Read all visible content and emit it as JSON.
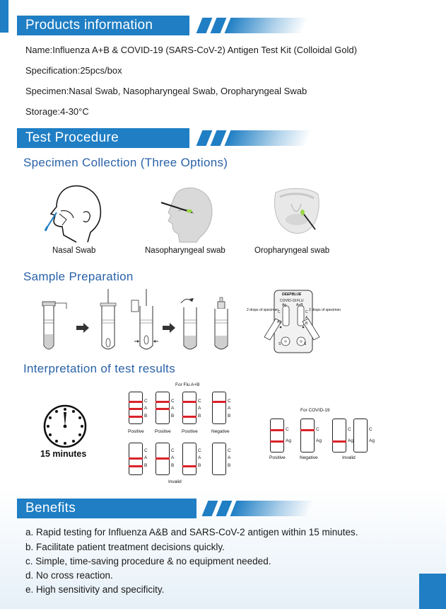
{
  "products": {
    "title": "Products information",
    "name": "Name:Influenza A+B & COVID-19 (SARS-CoV-2) Antigen Test Kit (Colloidal Gold)",
    "specification": "Specification:25pcs/box",
    "specimen": "Specimen:Nasal Swab, Nasopharyngeal Swab, Oropharyngeal Swab",
    "storage": "Storage:4-30°C"
  },
  "procedure": {
    "title": "Test Procedure",
    "collection_title": "Specimen Collection (Three Options)",
    "swabs": [
      "Nasal Swab",
      "Nasopharyngeal swab",
      "Oropharyngeal swab"
    ],
    "preparation_title": "Sample Preparation",
    "device": {
      "brand": "DEEPBLUE",
      "covid_label": "COVID-19",
      "covid_sub": "Ag",
      "flu_label": "FLU",
      "flu_sub": "A+B",
      "drops_left": "2 drops of specimen",
      "drops_right": "2 drops of specimen",
      "marks": [
        "C",
        "Ag",
        "C",
        "A",
        "B",
        "S",
        "S"
      ]
    },
    "interpretation_title": "Interpretation of test results",
    "timer_label": "15 minutes",
    "flu": {
      "heading": "For Flu A+B",
      "line_labels": [
        "C",
        "A",
        "B"
      ],
      "row1_labels": [
        "Positive",
        "Positive",
        "Positive",
        "Negative"
      ],
      "invalid_label": "Invalid"
    },
    "covid": {
      "heading": "For COVID-19",
      "line_labels": [
        "C",
        "Ag"
      ],
      "labels": [
        "Positive",
        "Negative",
        "Invalid"
      ]
    }
  },
  "benefits": {
    "title": "Benefits",
    "items": [
      "a. Rapid testing for Influenza A&B and SARS-CoV-2 antigen within 15 minutes.",
      "b. Facilitate patient treatment decisions quickly.",
      "c. Simple, time-saving procedure & no equipment needed.",
      "d. No cross reaction.",
      "e. High sensitivity and specificity."
    ]
  },
  "colors": {
    "brand_blue": "#1f7ec4",
    "result_red": "#d9232a",
    "swab_green": "#9bd84a"
  }
}
